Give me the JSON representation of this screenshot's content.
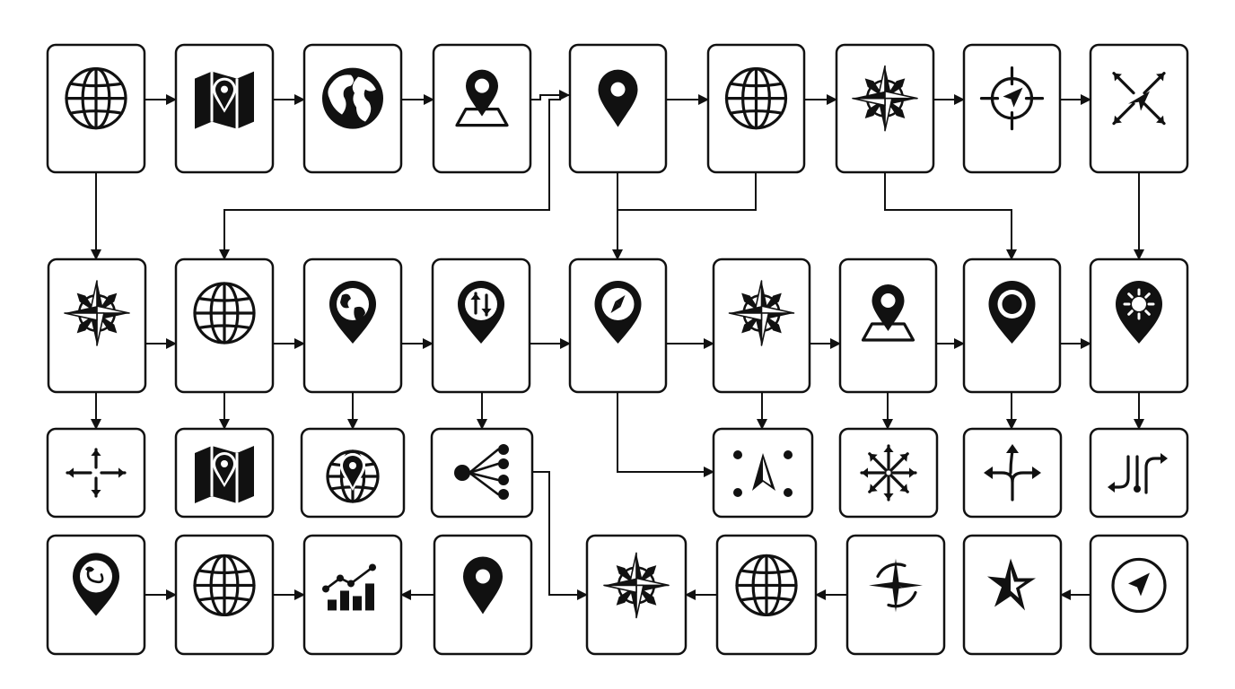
{
  "diagram": {
    "type": "flow-diagram",
    "colors": {
      "background": "#ffffff",
      "stroke": "#111111"
    },
    "nodes": [
      {
        "id": "n1",
        "icon": "globe-icon"
      },
      {
        "id": "n2",
        "icon": "folded-map-pin-icon"
      },
      {
        "id": "n3",
        "icon": "earth-continents-icon"
      },
      {
        "id": "n4",
        "icon": "map-pin-on-plane-icon"
      },
      {
        "id": "n5",
        "icon": "location-pin-icon"
      },
      {
        "id": "n6",
        "icon": "globe-icon"
      },
      {
        "id": "n7",
        "icon": "compass-rose-icon"
      },
      {
        "id": "n8",
        "icon": "target-crosshair-navigation-icon"
      },
      {
        "id": "n9",
        "icon": "arrows-expand-diagonal-icon"
      },
      {
        "id": "n10",
        "icon": "compass-rose-icon"
      },
      {
        "id": "n11",
        "icon": "globe-icon"
      },
      {
        "id": "n12",
        "icon": "earth-pin-icon"
      },
      {
        "id": "n13",
        "icon": "pin-up-down-arrows-icon"
      },
      {
        "id": "n14",
        "icon": "pin-compass-icon"
      },
      {
        "id": "n15",
        "icon": "compass-rose-icon"
      },
      {
        "id": "n16",
        "icon": "map-pin-on-plane-icon"
      },
      {
        "id": "n17",
        "icon": "pin-ring-icon"
      },
      {
        "id": "n18",
        "icon": "pin-sun-icon"
      },
      {
        "id": "n19",
        "icon": "four-way-arrows-icon"
      },
      {
        "id": "n20",
        "icon": "folded-map-pin-icon"
      },
      {
        "id": "n21",
        "icon": "globe-pin-icon"
      },
      {
        "id": "n22",
        "icon": "network-branch-icon"
      },
      {
        "id": "n23",
        "icon": "navigation-arrow-dots-icon"
      },
      {
        "id": "n24",
        "icon": "eight-way-arrows-icon"
      },
      {
        "id": "n25",
        "icon": "diverging-route-arrows-icon"
      },
      {
        "id": "n26",
        "icon": "route-turn-arrows-icon"
      },
      {
        "id": "n27",
        "icon": "pin-route-icon"
      },
      {
        "id": "n28",
        "icon": "globe-icon"
      },
      {
        "id": "n29",
        "icon": "trend-bar-chart-icon"
      },
      {
        "id": "n30",
        "icon": "location-pin-icon"
      },
      {
        "id": "n31",
        "icon": "compass-rose-icon"
      },
      {
        "id": "n32",
        "icon": "globe-icon"
      },
      {
        "id": "n33",
        "icon": "compass-crosshair-icon"
      },
      {
        "id": "n34",
        "icon": "star-navigation-arrow-icon"
      },
      {
        "id": "n35",
        "icon": "compass-circle-arrow-icon"
      }
    ],
    "edges": [
      [
        "n1",
        "n2"
      ],
      [
        "n2",
        "n3"
      ],
      [
        "n3",
        "n4"
      ],
      [
        "n4",
        "n5"
      ],
      [
        "n5",
        "n6"
      ],
      [
        "n6",
        "n7"
      ],
      [
        "n7",
        "n8"
      ],
      [
        "n8",
        "n9"
      ],
      [
        "n1",
        "n10"
      ],
      [
        "n5",
        "n11"
      ],
      [
        "n5",
        "n14"
      ],
      [
        "n6",
        "n14"
      ],
      [
        "n7",
        "n17"
      ],
      [
        "n9",
        "n18"
      ],
      [
        "n10",
        "n11"
      ],
      [
        "n11",
        "n12"
      ],
      [
        "n12",
        "n13"
      ],
      [
        "n13",
        "n14"
      ],
      [
        "n14",
        "n15"
      ],
      [
        "n15",
        "n16"
      ],
      [
        "n16",
        "n17"
      ],
      [
        "n17",
        "n18"
      ],
      [
        "n10",
        "n19"
      ],
      [
        "n11",
        "n20"
      ],
      [
        "n12",
        "n21"
      ],
      [
        "n13",
        "n22"
      ],
      [
        "n15",
        "n23"
      ],
      [
        "n16",
        "n24"
      ],
      [
        "n17",
        "n25"
      ],
      [
        "n18",
        "n26"
      ],
      [
        "n14",
        "n23"
      ],
      [
        "n22",
        "n31"
      ],
      [
        "n27",
        "n28"
      ],
      [
        "n28",
        "n29"
      ],
      [
        "n30",
        "n29"
      ],
      [
        "n32",
        "n31"
      ],
      [
        "n33",
        "n32"
      ],
      [
        "n35",
        "n34"
      ]
    ]
  }
}
